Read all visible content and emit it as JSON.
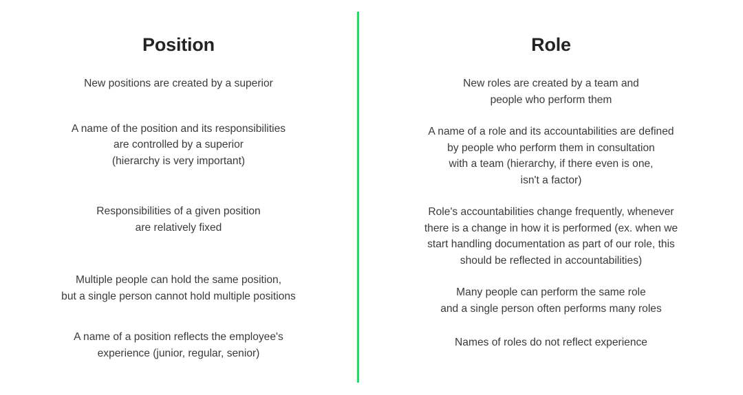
{
  "theme": {
    "background_color": "#ffffff",
    "divider_color": "#18e35c",
    "title_color": "#232326",
    "body_text_color": "#3a3a3c"
  },
  "columns": [
    {
      "id": "position",
      "title": "Position",
      "blocks": [
        "New positions are created by a superior",
        "A name of the position and its responsibilities\nare controlled by a superior\n(hierarchy is very important)",
        "Responsibilities of a given position\nare relatively fixed",
        "Multiple people can hold the same position,\nbut a single person cannot hold multiple positions",
        "A name of a position reflects the employee's\nexperience (junior, regular, senior)"
      ]
    },
    {
      "id": "role",
      "title": "Role",
      "blocks": [
        "New roles are created by a team and\npeople who perform them",
        "A name of a role and its accountabilities are defined\nby people who perform them in consultation\nwith a team (hierarchy, if there even is one,\nisn't a factor)",
        "Role's accountabilities change frequently, whenever\nthere is a change in how it is performed (ex. when we\nstart handling documentation as part of our role, this\nshould be reflected in accountabilities)",
        "Many people can perform the same role\nand a single person often performs many roles",
        "Names of roles do not reflect experience"
      ]
    }
  ]
}
